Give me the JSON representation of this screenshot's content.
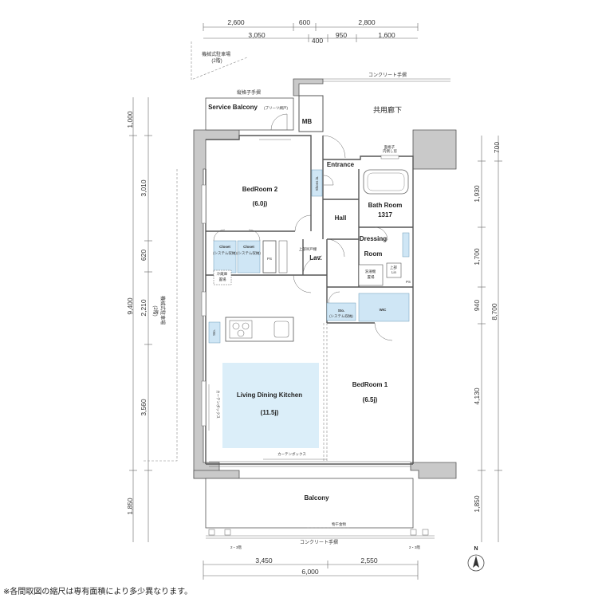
{
  "top_dimensions": {
    "row1": [
      "2,600",
      "600",
      "2,800"
    ],
    "row2": [
      "3,050",
      "400",
      "950",
      "1,600"
    ]
  },
  "bottom_dimensions": {
    "row1": [
      "3,450",
      "2,550"
    ],
    "row2": "6,000"
  },
  "left_dimensions": {
    "outer": [
      "1,000",
      "3,010",
      "620",
      "2,210",
      "3,560",
      "1,850"
    ],
    "total": "9,400"
  },
  "right_dimensions": {
    "outer": [
      "700",
      "1,930",
      "1,700",
      "940",
      "4,130",
      "1,850"
    ],
    "total": "8,700"
  },
  "site_labels": {
    "parking_top": "機械式駐車場\n(2階)",
    "parking_side": "機械式駐車場\n(2階)",
    "concrete_rail_top": "コンクリート手摺",
    "concrete_rail_bottom": "コンクリート手摺",
    "lattice_rail": "縦格子手摺",
    "common_corridor": "共用廊下",
    "floor_2_3_left": "2・3階",
    "floor_2_3_right": "2・3階",
    "drying_hardware": "物干金物",
    "curtain_box_bottom": "カーテンボックス",
    "curtain_box_side": "カーテンボックス"
  },
  "rooms": {
    "service_balcony": "Service Balcony",
    "service_balcony_note": "(ブリーツ網戸)",
    "mb": "MB",
    "entrance": "Entrance",
    "shoes_in": "Shoes in.",
    "bedroom2": "BedRoom 2",
    "bedroom2_size": "(6.0j)",
    "hall": "Hall",
    "bathroom": "Bath Room",
    "bathroom_size": "1317",
    "dressing": "Dressing",
    "dressing2": "Room",
    "closet1": "Closet",
    "closet2": "Closet",
    "closet_sub": "(システム収納)",
    "ps": "PS",
    "ps2": "PS",
    "lav": "Lav.",
    "upper_shelf": "上部吊戸棚",
    "fridge": "冷蔵庫\n置場",
    "washer": "洗濯機\n置場",
    "upper_ln": "上部\nLin",
    "sto": "Sto.",
    "sto_sub": "(システム収納)",
    "wic": "WIC",
    "ldk": "Living Dining Kitchen",
    "ldk_size": "(11.5j)",
    "bedroom1": "BedRoom 1",
    "bedroom1_size": "(6.5j)",
    "balcony": "Balcony",
    "window_note": "面格子\n内倒し窓",
    "shelf": "Sto."
  },
  "compass": "N",
  "footnote": "※各間取図の縮尺は専有面積により多少異なります。",
  "colors": {
    "wall": "#c9c9c9",
    "ldk_fill": "#dbeef9",
    "storage_fill": "#cfe6f5"
  }
}
